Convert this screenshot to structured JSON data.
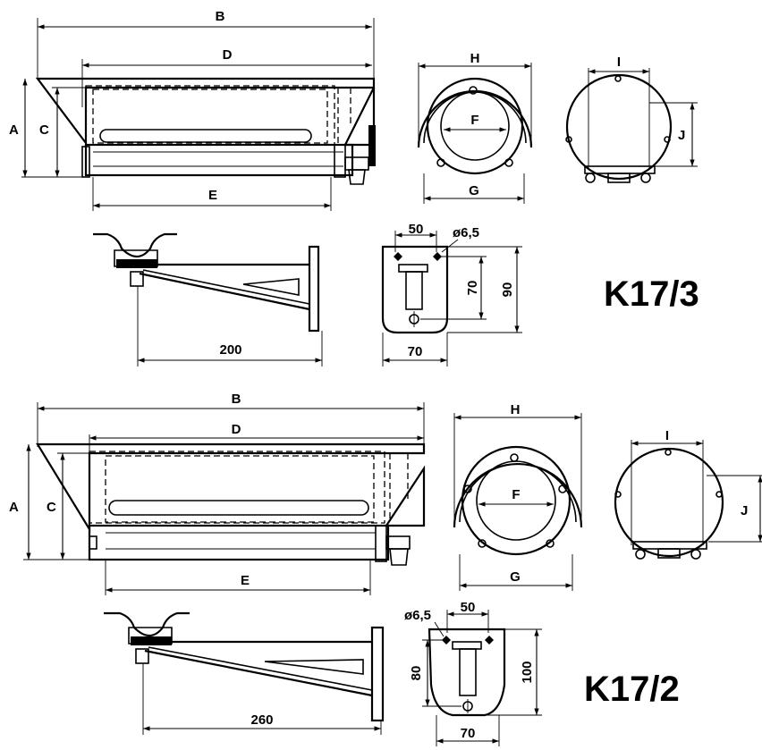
{
  "top": {
    "model": "K17/3",
    "labels": {
      "B": "B",
      "D": "D",
      "A": "A",
      "C": "C",
      "E": "E",
      "H": "H",
      "F": "F",
      "G": "G",
      "I": "I",
      "J": "J"
    },
    "bracket_length": "200",
    "plate_width_top": "50",
    "plate_hole": "ø6,5",
    "plate_height_inner": "70",
    "plate_height": "90",
    "plate_width": "70"
  },
  "bottom": {
    "model": "K17/2",
    "labels": {
      "B": "B",
      "D": "D",
      "A": "A",
      "C": "C",
      "E": "E",
      "H": "H",
      "F": "F",
      "G": "G",
      "I": "I",
      "J": "J"
    },
    "bracket_length": "260",
    "plate_width_top": "50",
    "plate_hole": "ø6,5",
    "plate_height_inner": "80",
    "plate_height": "100",
    "plate_width": "70"
  }
}
